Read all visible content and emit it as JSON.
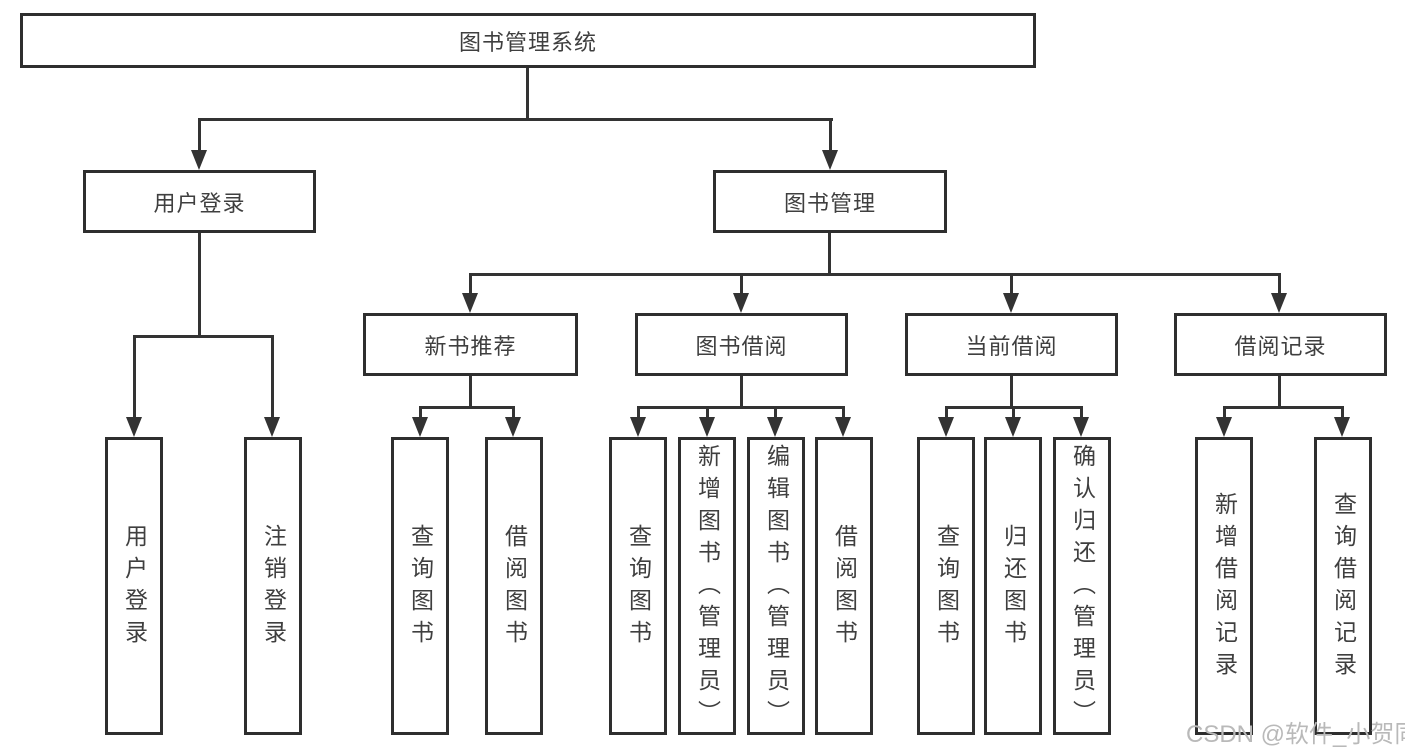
{
  "diagram": {
    "root": {
      "label": "图书管理系统"
    },
    "level1": {
      "user_login": {
        "label": "用户登录"
      },
      "book_mgmt": {
        "label": "图书管理"
      }
    },
    "level2": {
      "new_book": {
        "label": "新书推荐"
      },
      "book_borrow": {
        "label": "图书借阅"
      },
      "current_borrow": {
        "label": "当前借阅"
      },
      "borrow_record": {
        "label": "借阅记录"
      }
    },
    "leaves": {
      "user_login": [
        "用户登录",
        "注销登录"
      ],
      "new_book": [
        "查询图书",
        "借阅图书"
      ],
      "book_borrow": [
        "查询图书",
        "新增图书（管理员）",
        "编辑图书（管理员）",
        "借阅图书"
      ],
      "current_borrow": [
        "查询图书",
        "归还图书",
        "确认归还（管理员）"
      ],
      "borrow_record": [
        "新增借阅记录",
        "查询借阅记录"
      ]
    },
    "watermark": "CSDN @软件_小贺同学",
    "colors": {
      "line": "#333333",
      "border": "#2e2e2e",
      "text": "#3f3f3f",
      "watermark": "#b9b9b9",
      "background": "#ffffff"
    }
  }
}
